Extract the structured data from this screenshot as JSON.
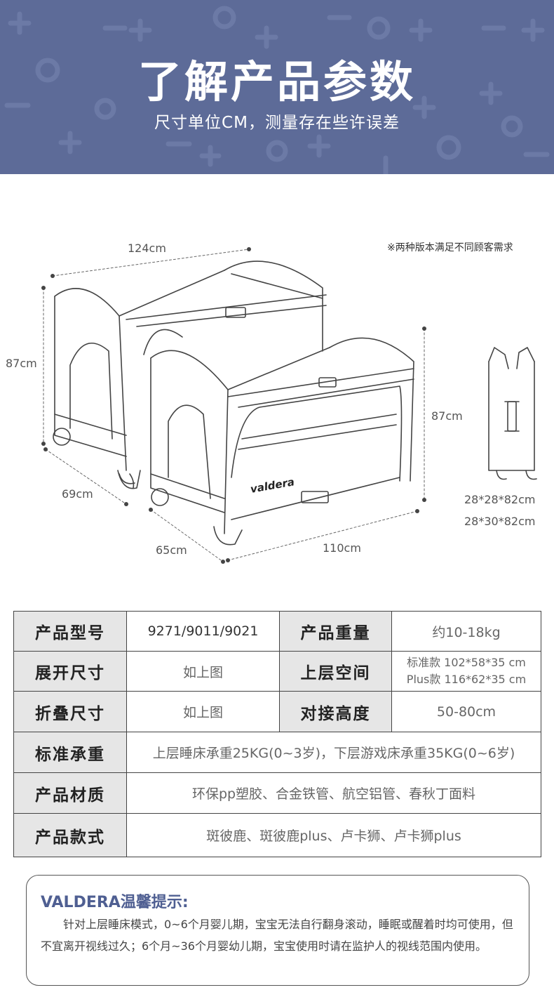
{
  "header": {
    "title": "了解产品参数",
    "subtitle": "尺寸单位CM，测量存在些许误差",
    "bg_color": "#5d6b98"
  },
  "diagram": {
    "note": "※两种版本满足不同顾客需求",
    "brand_logo": "valdera",
    "dims": {
      "top_length": "124cm",
      "left_height": "87cm",
      "right_height": "87cm",
      "back_depth": "69cm",
      "front_depth": "65cm",
      "front_length": "110cm",
      "folded_1": "28*28*82cm",
      "folded_2": "28*30*82cm"
    }
  },
  "spec_table": {
    "rows": [
      {
        "label": "产品型号",
        "value": "9271/9011/9021",
        "label2": "产品重量",
        "value2": "约10-18kg"
      },
      {
        "label": "展开尺寸",
        "value": "如上图",
        "label2": "上层空间",
        "value2_line1": "标准款 102*58*35 cm",
        "value2_line2": "Plus款 116*62*35 cm"
      },
      {
        "label": "折叠尺寸",
        "value": "如上图",
        "label2": "对接高度",
        "value2": "50-80cm"
      },
      {
        "label": "标准承重",
        "value": "上层睡床承重25KG(0~3岁)，下层游戏床承重35KG(0~6岁)"
      },
      {
        "label": "产品材质",
        "value": "环保pp塑胶、合金铁管、航空铝管、春秋丁面料"
      },
      {
        "label": "产品款式",
        "value": "斑彼鹿、斑彼鹿plus、卢卡狮、卢卡狮plus"
      }
    ]
  },
  "tip": {
    "title": "VALDERA温馨提示:",
    "body": "针对上层睡床模式，0~6个月婴儿期，宝宝无法自行翻身滚动，睡眠或醒着时均可使用，但不宜离开视线过久；6个月~36个月婴幼儿期，宝宝使用时请在监护人的视线范围内使用。"
  }
}
